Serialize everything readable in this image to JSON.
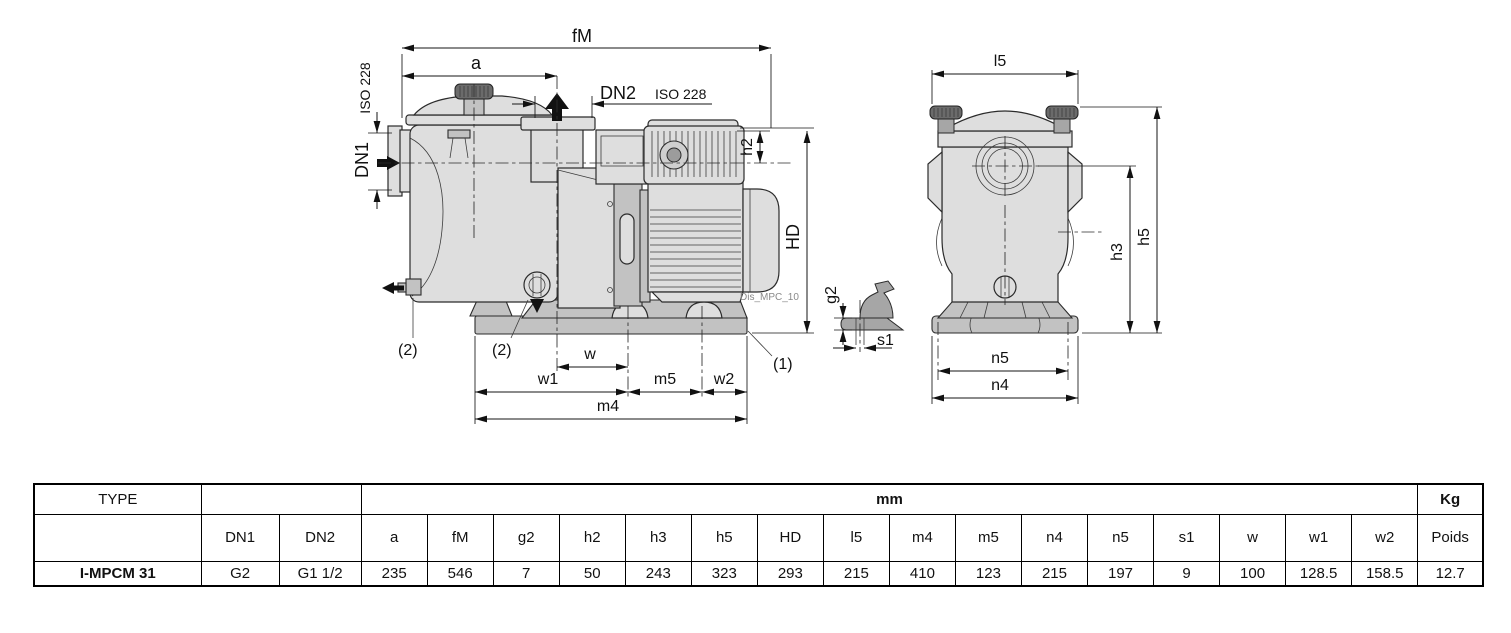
{
  "page": {
    "background": "#ffffff"
  },
  "colors": {
    "line": "#1a1a1a",
    "fill_light": "#dedede",
    "fill_mid": "#c2c2c2",
    "fill_dark": "#a6a6a6",
    "knob": "#6b6b6b",
    "dim_text": "#111111",
    "code_text": "#8a8a8a",
    "table_border": "#000000"
  },
  "labels": {
    "fM": "fM",
    "a": "a",
    "DN2": "DN2",
    "ISO228": "ISO 228",
    "DN1": "DN1",
    "h2": "h2",
    "HD": "HD",
    "w": "w",
    "w1": "w1",
    "m5": "m5",
    "w2": "w2",
    "m4": "m4",
    "note1": "(1)",
    "note2": "(2)",
    "code": "Dis_MPC_10",
    "g2": "g2",
    "s1": "s1",
    "l5": "l5",
    "h3": "h3",
    "h5": "h5",
    "n5": "n5",
    "n4": "n4"
  },
  "table": {
    "type_header": "TYPE",
    "unit_mm": "mm",
    "unit_kg": "Kg",
    "columns": [
      "DN1",
      "DN2",
      "a",
      "fM",
      "g2",
      "h2",
      "h3",
      "h5",
      "HD",
      "l5",
      "m4",
      "m5",
      "n4",
      "n5",
      "s1",
      "w",
      "w1",
      "w2",
      "Poids"
    ],
    "rows": [
      {
        "type": "I-MPCM 31",
        "values": [
          "G2",
          "G1 1/2",
          "235",
          "546",
          "7",
          "50",
          "243",
          "323",
          "293",
          "215",
          "410",
          "123",
          "215",
          "197",
          "9",
          "100",
          "128.5",
          "158.5",
          "12.7"
        ]
      }
    ]
  }
}
